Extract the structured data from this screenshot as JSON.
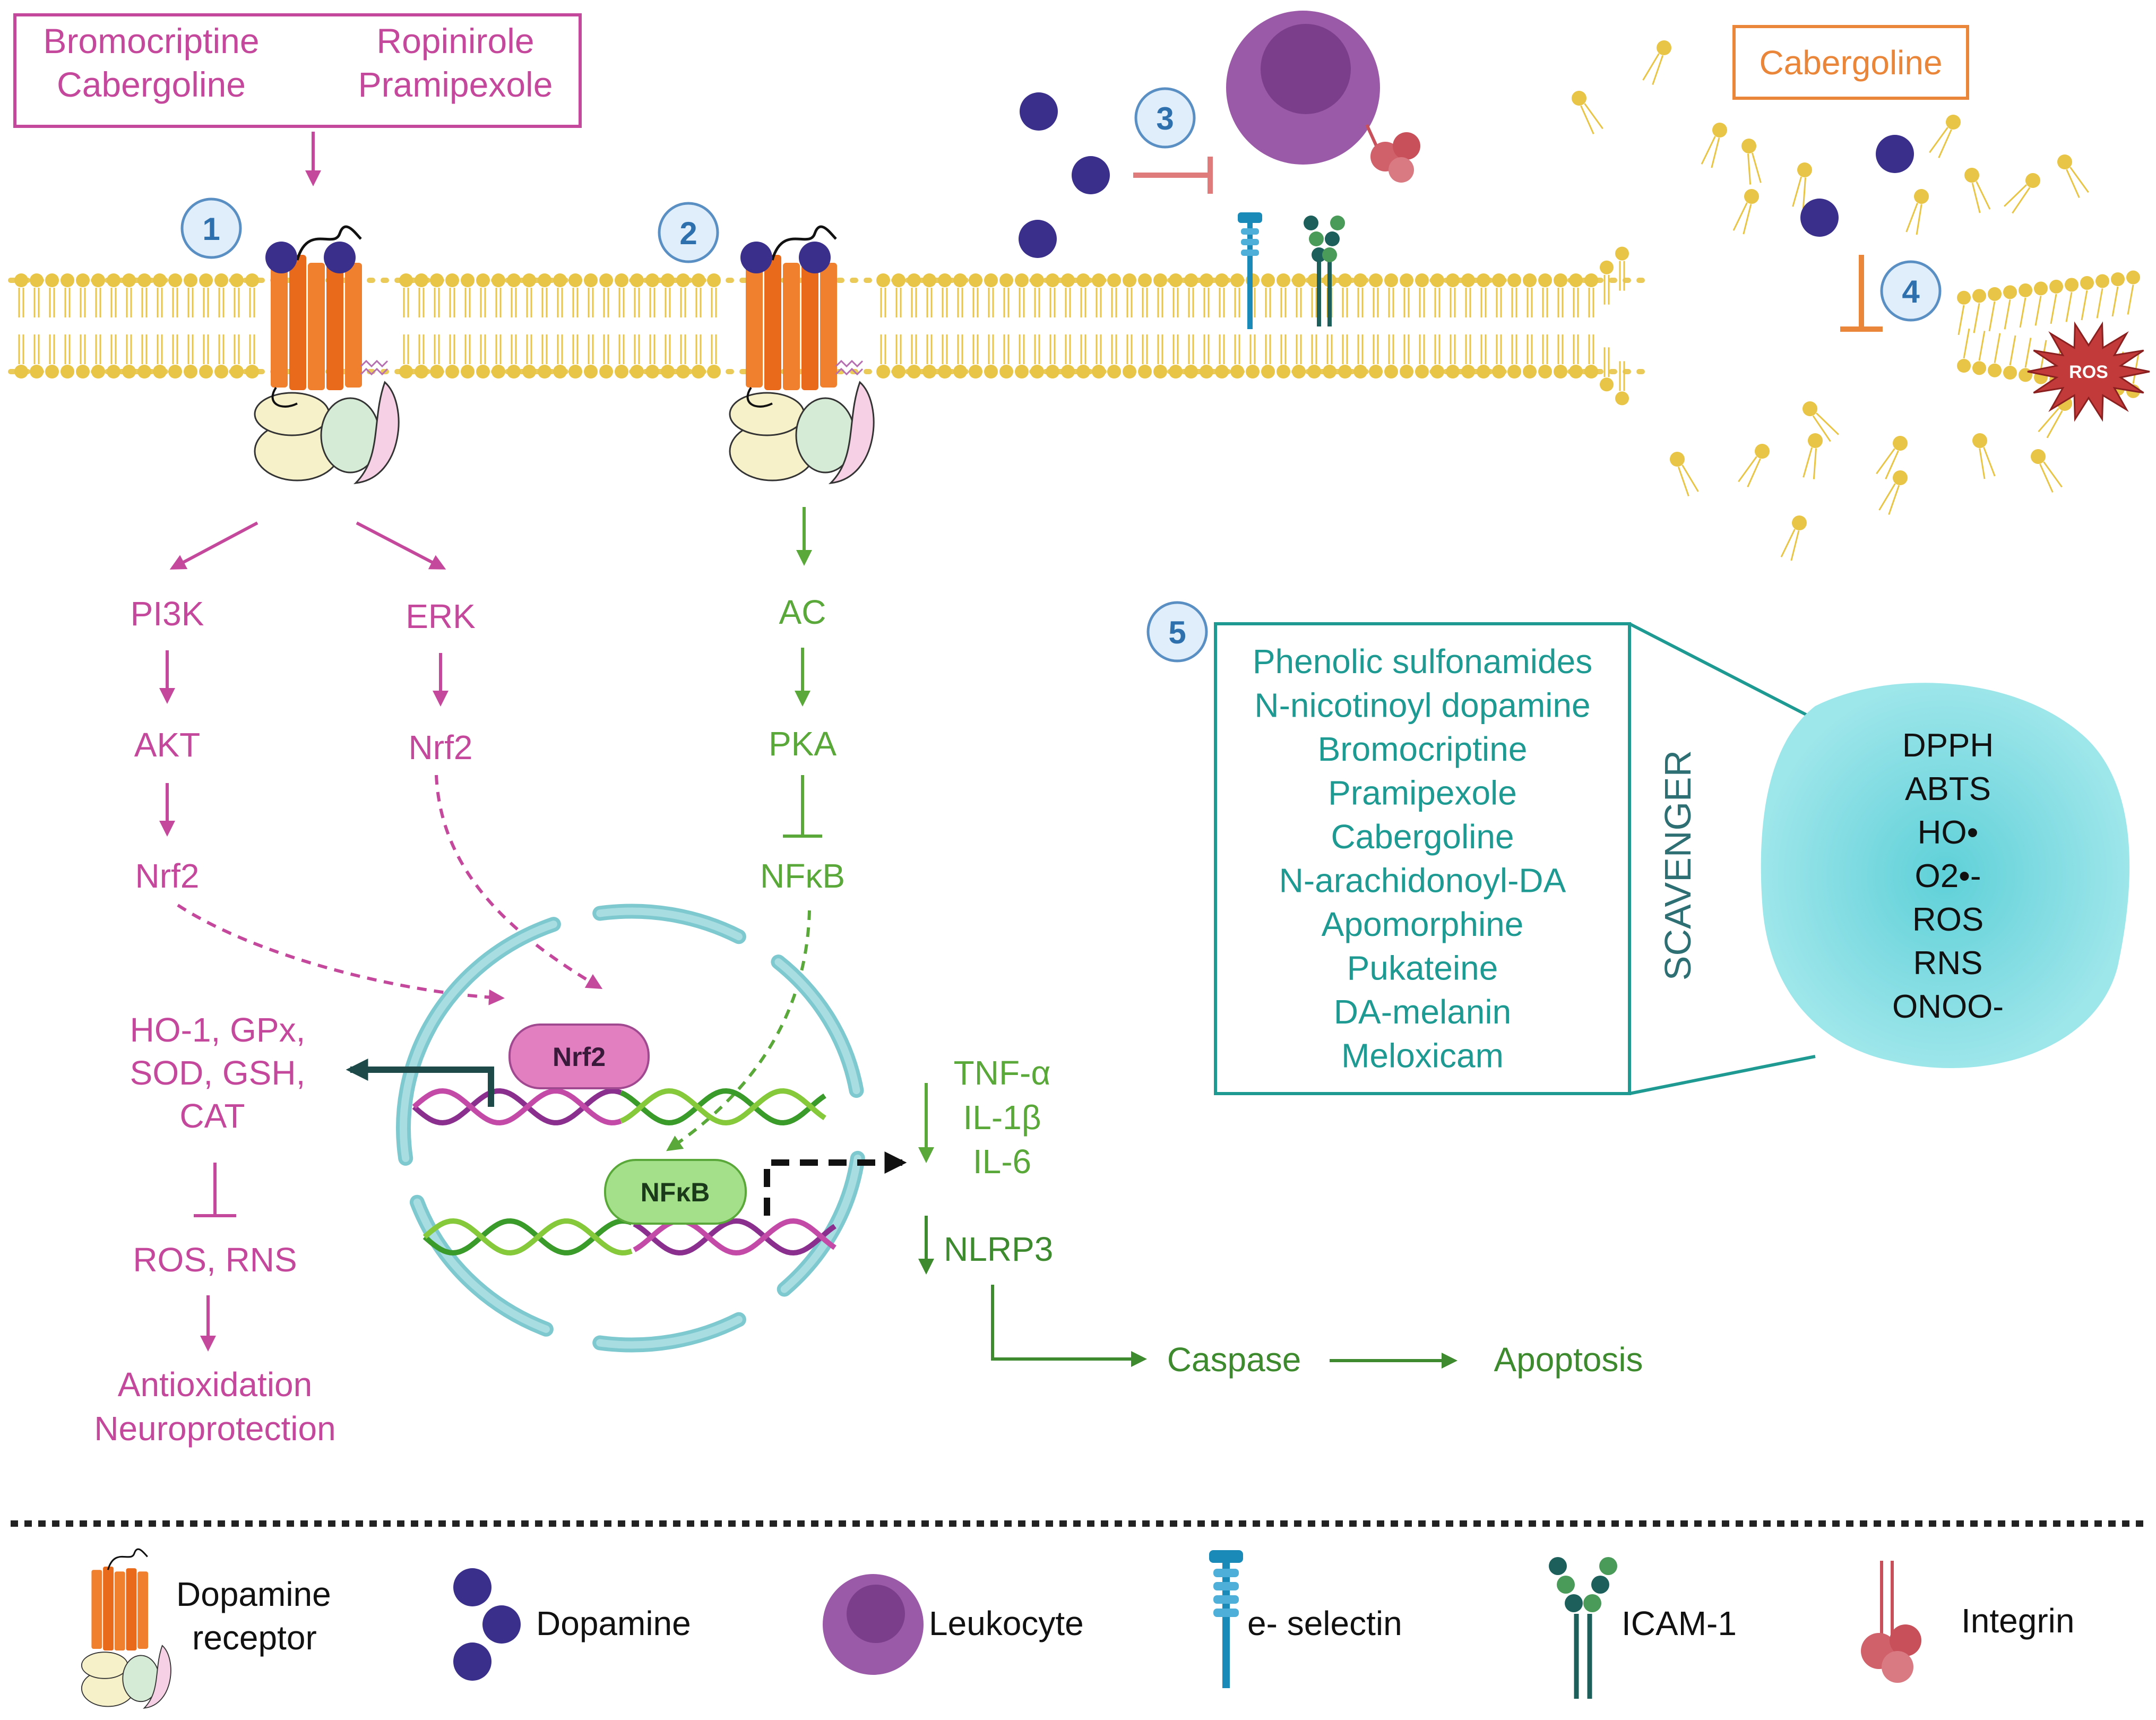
{
  "colors": {
    "pink": "#c4489b",
    "green": "#5aa83a",
    "dark_green": "#3e8a2e",
    "teal": "#1f9a93",
    "orange": "#e9863a",
    "membrane": "#e8c547",
    "nucleus": "#7ec8cf",
    "dopamine": "#3a2f8a",
    "leukocyte": "#9b5aa8"
  },
  "drug_box": {
    "left_col": [
      "Bromocriptine",
      "Cabergoline"
    ],
    "right_col": [
      "Ropinirole",
      "Pramipexole"
    ]
  },
  "cabergoline_box": "Cabergoline",
  "steps": [
    "1",
    "2",
    "3",
    "4",
    "5"
  ],
  "ros_burst": "ROS",
  "pathway1": {
    "pi3k": "PI3K",
    "akt": "AKT",
    "nrf2_a": "Nrf2",
    "erk": "ERK",
    "nrf2_b": "Nrf2",
    "enzymes": [
      "HO-1, GPx,",
      "SOD, GSH,",
      "CAT"
    ],
    "ros_rns": "ROS, RNS",
    "outcome": [
      "Antioxidation",
      "Neuroprotection"
    ]
  },
  "pathway2": {
    "ac": "AC",
    "pka": "PKA",
    "nfkb": "NFκB"
  },
  "nucleus": {
    "nrf2": "Nrf2",
    "nfkb": "NFκB"
  },
  "cytokines": [
    "TNF-α",
    "IL-1β",
    "IL-6"
  ],
  "nlrp3": "NLRP3",
  "caspase": "Caspase",
  "apoptosis": "Apoptosis",
  "scavenger": {
    "label": "SCAVENGER",
    "compounds": [
      "Phenolic sulfonamides",
      "N-nicotinoyl dopamine",
      "Bromocriptine",
      "Pramipexole",
      "Cabergoline",
      "N-arachidonoyl-DA",
      "Apomorphine",
      "Pukateine",
      "DA-melanin",
      "Meloxicam"
    ],
    "species": [
      "DPPH",
      "ABTS",
      "HO•",
      "O2•-",
      "ROS",
      "RNS",
      "ONOO-"
    ]
  },
  "legend": {
    "dopamine_receptor": [
      "Dopamine",
      "receptor"
    ],
    "dopamine": "Dopamine",
    "leukocyte": "Leukocyte",
    "e_selectin": "e- selectin",
    "icam1": "ICAM-1",
    "integrin": "Integrin"
  }
}
